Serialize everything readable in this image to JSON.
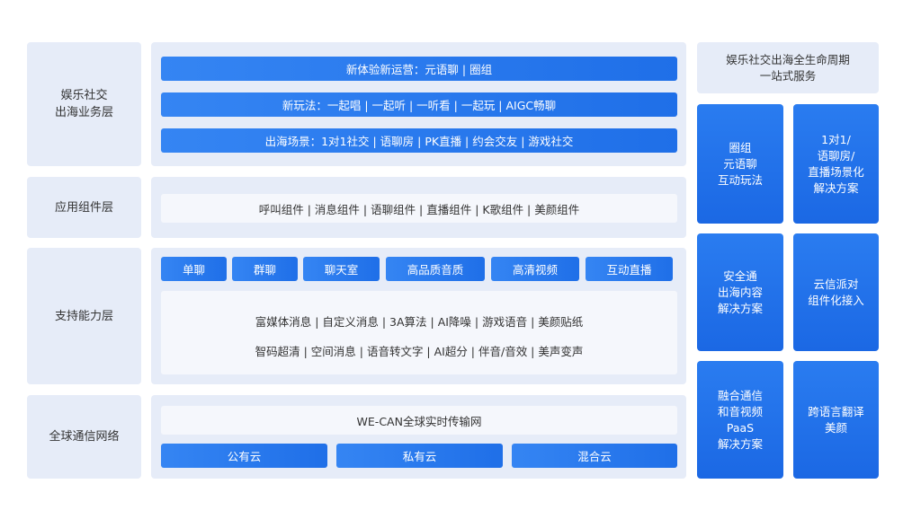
{
  "layers": {
    "l1_label": "娱乐社交\n出海业务层",
    "l2_label": "应用组件层",
    "l3_label": "支持能力层",
    "l4_label": "全球通信网络"
  },
  "business": {
    "bar1": "新体验新运营：元语聊 | 圈组",
    "bar2": "新玩法：一起唱 | 一起听 | 一听看 | 一起玩 | AIGC畅聊",
    "bar3": "出海场景：1对1社交 | 语聊房 | PK直播 | 约会交友 | 游戏社交"
  },
  "components": {
    "row": "呼叫组件  |  消息组件  |  语聊组件  |  直播组件  |  K歌组件  |  美颜组件"
  },
  "capabilities": {
    "buttons": [
      "单聊",
      "群聊",
      "聊天室",
      "高品质音质",
      "高清视频",
      "互动直播"
    ],
    "row1": "富媒体消息  |  自定义消息  |  3A算法  |  AI降噪  |  游戏语音  |  美颜贴纸",
    "row2": "智码超清  |  空间消息  |  语音转文字  |  AI超分  |  伴音/音效  |  美声变声"
  },
  "network": {
    "title": "WE-CAN全球实时传输网",
    "clouds": [
      "公有云",
      "私有云",
      "混合云"
    ]
  },
  "right": {
    "header": "娱乐社交出海全生命周期\n一站式服务",
    "cards": [
      "圈组\n元语聊\n互动玩法",
      "1对1/\n语聊房/\n直播场景化\n解决方案",
      "安全通\n出海内容\n解决方案",
      "云信派对\n组件化接入",
      "融合通信\n和音视频\nPaaS\n解决方案",
      "跨语言翻译\n美颜"
    ]
  }
}
